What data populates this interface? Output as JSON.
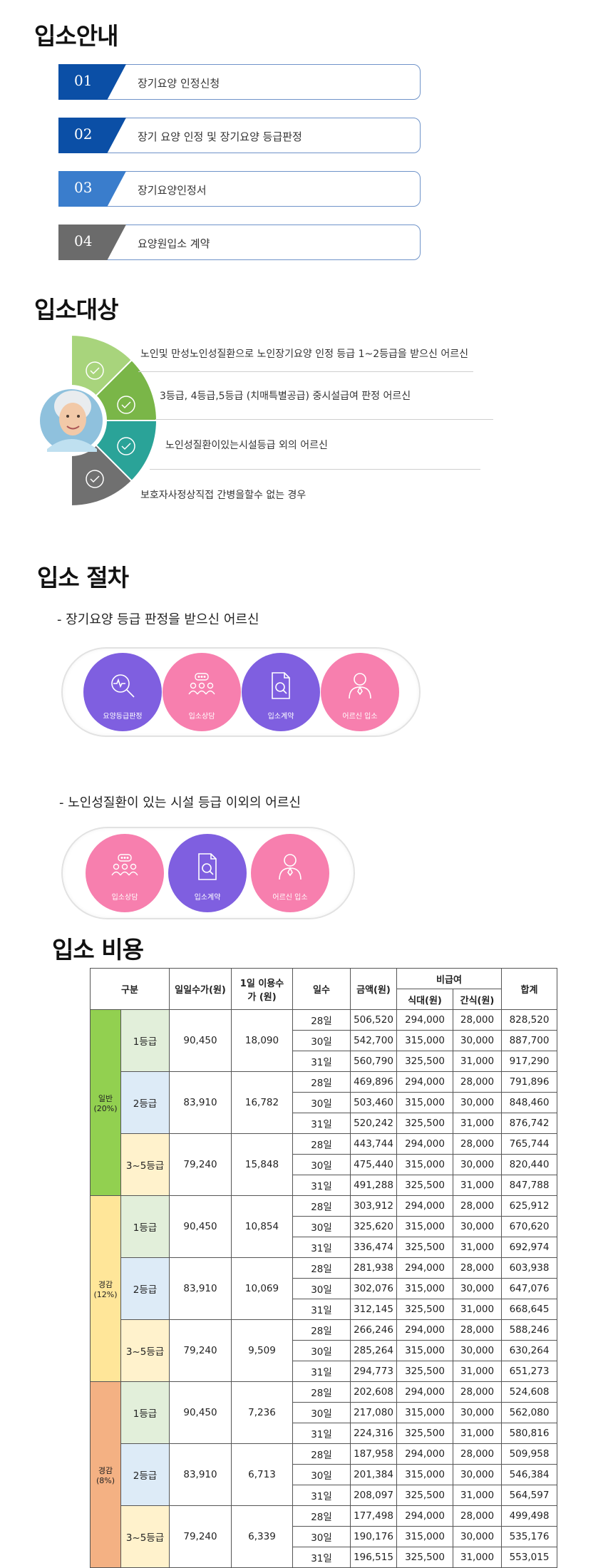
{
  "admission_guide": {
    "title": "입소안내",
    "steps": [
      {
        "num": "01",
        "label": "장기요양 인정신청",
        "color": "#0b4fa6"
      },
      {
        "num": "02",
        "label": "장기 요양 인정 및 장기요양 등급판정",
        "color": "#0b4fa6"
      },
      {
        "num": "03",
        "label": "장기요양인정서",
        "color": "#3a7dcc"
      },
      {
        "num": "04",
        "label": "요양원입소 계약",
        "color": "#6b6b6b"
      }
    ]
  },
  "admission_target": {
    "title": "입소대상",
    "items": [
      "노인및 만성노인성질환으로 노인장기요양 인정 등급 1~2등급을 받으신 어르신",
      "3등급, 4등급,5등급 (치매특별공급) 중시설급여 판정 어르신",
      "노인성질환이있는시설등급 외의 어르신",
      "보호자사정상직접 간병을할수 없는 경우"
    ],
    "segment_colors": [
      "#a8d47c",
      "#7ab648",
      "#2aa398",
      "#707070"
    ]
  },
  "admission_procedure": {
    "title": "입소 절차",
    "flow_a": {
      "subtitle": "- 장기요양 등급 판정을 받으신 어르신",
      "steps": [
        {
          "label": "요양등급판정",
          "icon": "magnifier-pulse-icon",
          "color": "#7f5fe0"
        },
        {
          "label": "입소상담",
          "icon": "consultation-people-icon",
          "color": "#f77fae"
        },
        {
          "label": "입소계약",
          "icon": "document-search-icon",
          "color": "#7f5fe0"
        },
        {
          "label": "어르신 입소",
          "icon": "person-icon",
          "color": "#f77fae"
        }
      ]
    },
    "flow_b": {
      "subtitle": "- 노인성질환이 있는 시설 등급 이외의 어르신",
      "steps": [
        {
          "label": "입소상담",
          "icon": "consultation-people-icon",
          "color": "#f77fae"
        },
        {
          "label": "입소계약",
          "icon": "document-search-icon",
          "color": "#7f5fe0"
        },
        {
          "label": "어르신 입소",
          "icon": "person-icon",
          "color": "#f77fae"
        }
      ]
    }
  },
  "admission_cost": {
    "title": "입소 비용",
    "headers": {
      "category": "구분",
      "daily_fee": "일일수가(원)",
      "daily_copay": "1일 이용수가 (원)",
      "days": "일수",
      "amount": "금액(원)",
      "non_covered": "비급여",
      "meal": "식대(원)",
      "snack": "간식(원)",
      "total": "합계"
    },
    "groups": [
      {
        "name": "일반 (20%)",
        "grades": [
          {
            "grade": "1등급",
            "daily_fee": "90,450",
            "copay": "18,090",
            "rows": [
              [
                "28일",
                "506,520",
                "294,000",
                "28,000",
                "828,520"
              ],
              [
                "30일",
                "542,700",
                "315,000",
                "30,000",
                "887,700"
              ],
              [
                "31일",
                "560,790",
                "325,500",
                "31,000",
                "917,290"
              ]
            ]
          },
          {
            "grade": "2등급",
            "daily_fee": "83,910",
            "copay": "16,782",
            "rows": [
              [
                "28일",
                "469,896",
                "294,000",
                "28,000",
                "791,896"
              ],
              [
                "30일",
                "503,460",
                "315,000",
                "30,000",
                "848,460"
              ],
              [
                "31일",
                "520,242",
                "325,500",
                "31,000",
                "876,742"
              ]
            ]
          },
          {
            "grade": "3~5등급",
            "daily_fee": "79,240",
            "copay": "15,848",
            "rows": [
              [
                "28일",
                "443,744",
                "294,000",
                "28,000",
                "765,744"
              ],
              [
                "30일",
                "475,440",
                "315,000",
                "30,000",
                "820,440"
              ],
              [
                "31일",
                "491,288",
                "325,500",
                "31,000",
                "847,788"
              ]
            ]
          }
        ]
      },
      {
        "name": "경감 (12%)",
        "grades": [
          {
            "grade": "1등급",
            "daily_fee": "90,450",
            "copay": "10,854",
            "rows": [
              [
                "28일",
                "303,912",
                "294,000",
                "28,000",
                "625,912"
              ],
              [
                "30일",
                "325,620",
                "315,000",
                "30,000",
                "670,620"
              ],
              [
                "31일",
                "336,474",
                "325,500",
                "31,000",
                "692,974"
              ]
            ]
          },
          {
            "grade": "2등급",
            "daily_fee": "83,910",
            "copay": "10,069",
            "rows": [
              [
                "28일",
                "281,938",
                "294,000",
                "28,000",
                "603,938"
              ],
              [
                "30일",
                "302,076",
                "315,000",
                "30,000",
                "647,076"
              ],
              [
                "31일",
                "312,145",
                "325,500",
                "31,000",
                "668,645"
              ]
            ]
          },
          {
            "grade": "3~5등급",
            "daily_fee": "79,240",
            "copay": "9,509",
            "rows": [
              [
                "28일",
                "266,246",
                "294,000",
                "28,000",
                "588,246"
              ],
              [
                "30일",
                "285,264",
                "315,000",
                "30,000",
                "630,264"
              ],
              [
                "31일",
                "294,773",
                "325,500",
                "31,000",
                "651,273"
              ]
            ]
          }
        ]
      },
      {
        "name": "경감 (8%)",
        "grades": [
          {
            "grade": "1등급",
            "daily_fee": "90,450",
            "copay": "7,236",
            "rows": [
              [
                "28일",
                "202,608",
                "294,000",
                "28,000",
                "524,608"
              ],
              [
                "30일",
                "217,080",
                "315,000",
                "30,000",
                "562,080"
              ],
              [
                "31일",
                "224,316",
                "325,500",
                "31,000",
                "580,816"
              ]
            ]
          },
          {
            "grade": "2등급",
            "daily_fee": "83,910",
            "copay": "6,713",
            "rows": [
              [
                "28일",
                "187,958",
                "294,000",
                "28,000",
                "509,958"
              ],
              [
                "30일",
                "201,384",
                "315,000",
                "30,000",
                "546,384"
              ],
              [
                "31일",
                "208,097",
                "325,500",
                "31,000",
                "564,597"
              ]
            ]
          },
          {
            "grade": "3~5등급",
            "daily_fee": "79,240",
            "copay": "6,339",
            "rows": [
              [
                "28일",
                "177,498",
                "294,000",
                "28,000",
                "499,498"
              ],
              [
                "30일",
                "190,176",
                "315,000",
                "30,000",
                "535,176"
              ],
              [
                "31일",
                "196,515",
                "325,500",
                "31,000",
                "553,015"
              ]
            ]
          }
        ]
      }
    ]
  }
}
